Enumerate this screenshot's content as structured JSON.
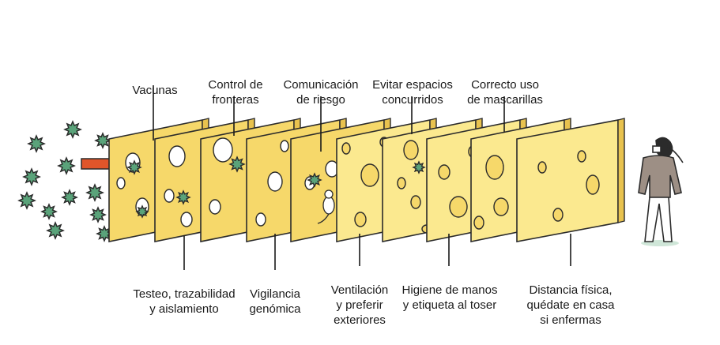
{
  "layers_top": [
    {
      "id": "vacunas",
      "lines": [
        "Vacunas"
      ]
    },
    {
      "id": "control-fronteras",
      "lines": [
        "Control de",
        "fronteras"
      ]
    },
    {
      "id": "comunicacion-riesgo",
      "lines": [
        "Comunicación",
        "de riesgo"
      ]
    },
    {
      "id": "evitar-espacios",
      "lines": [
        "Evitar espacios",
        "concurridos"
      ]
    },
    {
      "id": "mascarillas",
      "lines": [
        "Correcto uso",
        "de mascarillas"
      ]
    }
  ],
  "layers_bottom": [
    {
      "id": "testeo",
      "lines": [
        "Testeo, trazabilidad",
        "y aislamiento"
      ]
    },
    {
      "id": "vigilancia",
      "lines": [
        "Vigilancia",
        "genómica"
      ]
    },
    {
      "id": "ventilacion",
      "lines": [
        "Ventilación",
        "y preferir",
        "exteriores"
      ]
    },
    {
      "id": "higiene",
      "lines": [
        "Higiene de manos",
        "y etiqueta al toser"
      ]
    },
    {
      "id": "distancia",
      "lines": [
        "Distancia física,",
        "quédate en casa",
        "si enfermas"
      ]
    }
  ],
  "colors": {
    "slice_dark": "#f6d86a",
    "slice_light": "#fbe98f",
    "outline": "#2b2b2b",
    "virus": "#5aa37a",
    "arrow": "#e0552a"
  },
  "icons": [
    "virus-icon",
    "person-with-mask-icon",
    "mouse-icon"
  ]
}
